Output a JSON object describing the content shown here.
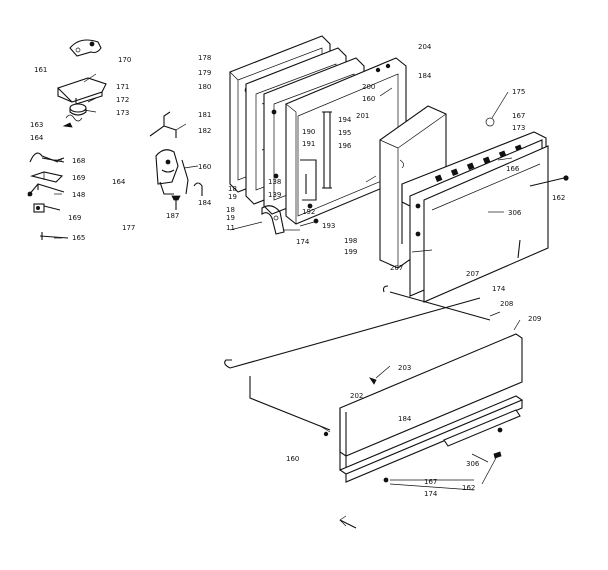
{
  "labels": {
    "l161": "161",
    "l170": "170",
    "l171": "171",
    "l172": "172",
    "l173a": "173",
    "l163": "163",
    "l164": "164",
    "l168": "168",
    "l169a": "169",
    "l148": "148",
    "l169b": "169",
    "l165": "165",
    "l164b": "164",
    "l177": "177",
    "l181": "181",
    "l182": "182",
    "l160": "160",
    "l184a": "184",
    "l187": "187",
    "l178": "178",
    "l179": "179",
    "l180": "180",
    "l18a": "18",
    "l19a": "19",
    "l18b": "18",
    "l19b": "19",
    "l11": "11",
    "l138": "138",
    "l139": "139",
    "l190": "190",
    "l191": "191",
    "l192": "192",
    "l193": "193",
    "l174a": "174",
    "l204": "204",
    "l184b": "184",
    "l200": "200",
    "l160b": "160",
    "l194": "194",
    "l195": "195",
    "l196": "196",
    "l201": "201",
    "l198": "198",
    "l199": "199",
    "l175": "175",
    "l167a": "167",
    "l173b": "173",
    "l166": "166",
    "l162a": "162",
    "l306a": "306",
    "l207a": "207",
    "l207b": "207",
    "l174b": "174",
    "l208": "208",
    "l209": "209",
    "l203": "203",
    "l202": "202",
    "l184c": "184",
    "l160c": "160",
    "l306b": "306",
    "l167b": "167",
    "l174c": "174",
    "l162b": "162"
  }
}
